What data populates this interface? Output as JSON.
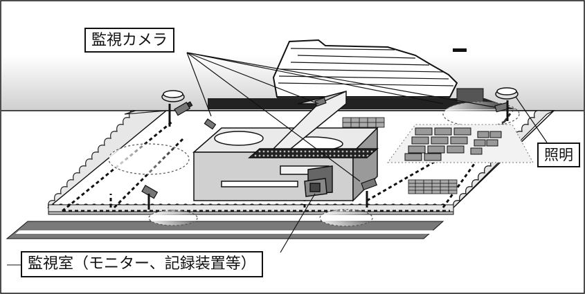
{
  "labels": {
    "camera": "監視カメラ",
    "light": "照明",
    "room": "監視室（モニター、記録装置等）"
  },
  "colors": {
    "outline": "#111111",
    "road": "#7a7a7a",
    "building": "#d9d9d9",
    "fence": "#e6e6e6",
    "ground": "#ffffff"
  },
  "icons": [
    "camera-icon",
    "light-icon"
  ]
}
